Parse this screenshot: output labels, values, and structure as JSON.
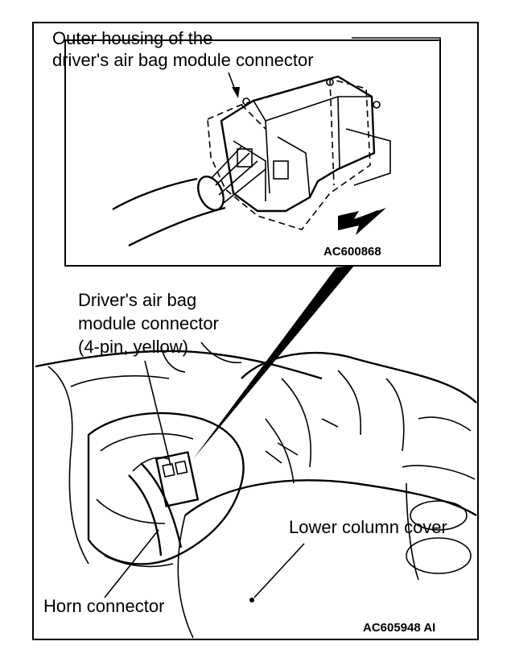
{
  "inset": {
    "label_line1": "Outer housing of the",
    "label_line2": "driver's air bag module connector",
    "code": "AC600868"
  },
  "main": {
    "connector_label_line1": "Driver's air bag",
    "connector_label_line2": "module connector",
    "connector_label_line3": "(4-pin, yellow)",
    "lower_cover_label": "Lower column cover",
    "horn_label": "Horn connector",
    "code": "AC605948 AI"
  },
  "colors": {
    "ink": "#000000",
    "paper": "#ffffff"
  }
}
